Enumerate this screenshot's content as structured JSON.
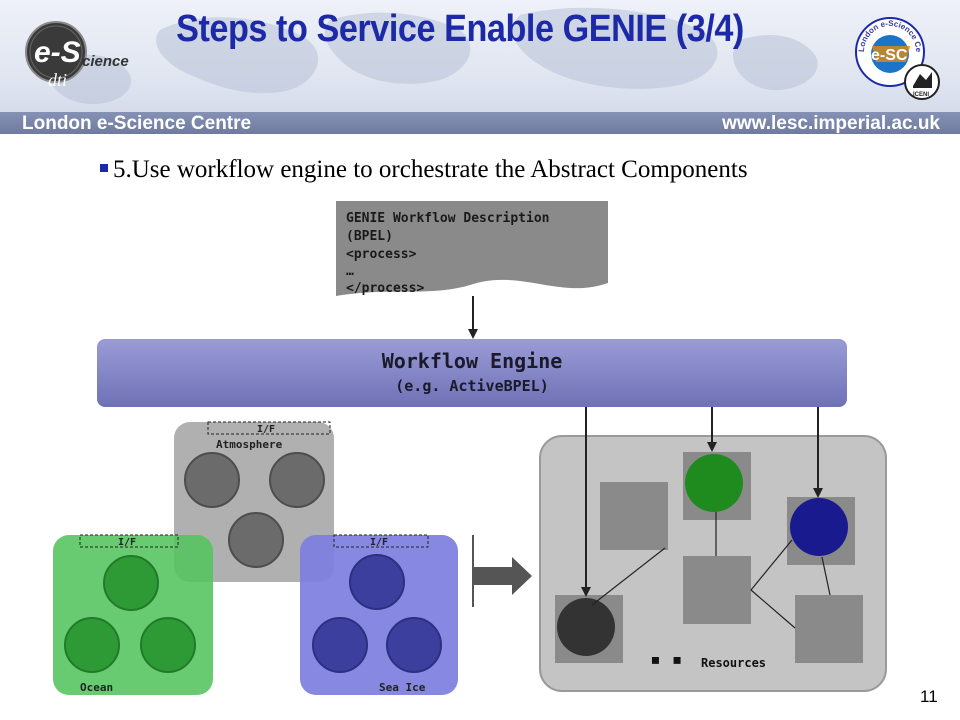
{
  "slide": {
    "title": "Steps to Service Enable GENIE (3/4)",
    "band_left": "London e-Science Centre",
    "band_right": "www.lesc.imperial.ac.uk",
    "bullet": "5.Use workflow engine to orchestrate the Abstract Components",
    "page_number": "11"
  },
  "logos": {
    "left": {
      "main": "e-S",
      "tail": "cience",
      "sub": "dti"
    },
    "right": {
      "main": "e-SC",
      "ring": "London e-Science Centre",
      "badge": "ICENI"
    }
  },
  "diagram": {
    "document": {
      "lines": [
        "GENIE Workflow Description",
        "(BPEL)",
        "<process>",
        "…",
        "</process>"
      ]
    },
    "engine": {
      "title": "Workflow Engine",
      "subtitle": "(e.g. ActiveBPEL)"
    },
    "components": {
      "interface_label": "I/F",
      "atmosphere": "Atmosphere",
      "ocean": "Ocean",
      "sea_ice": "Sea Ice"
    },
    "resources": {
      "label": "Resources",
      "ellipsis": "▪ ▪"
    }
  },
  "colors": {
    "title": "#1c2aa8",
    "engine": "#7e80c3",
    "atmosphere": "#a9a9a9",
    "ocean": "#53c45f",
    "sea_ice": "#7d7ede",
    "resource_green": "#1f8b1f",
    "resource_blue": "#1a1a8f",
    "resource_dark": "#333333"
  }
}
